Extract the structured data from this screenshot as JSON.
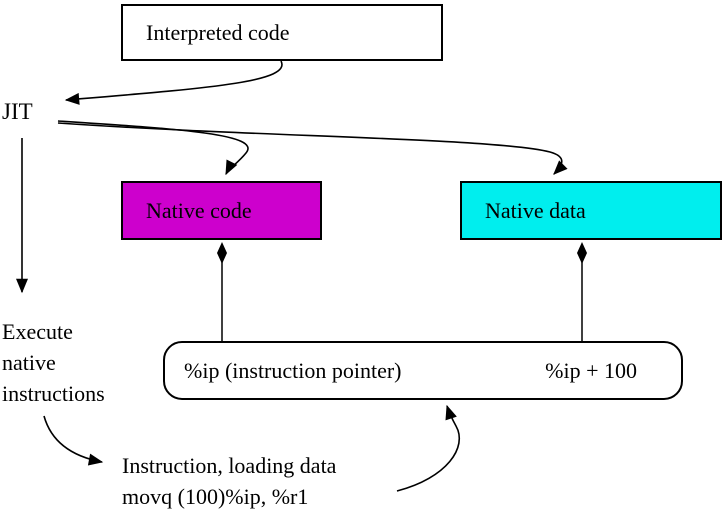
{
  "colors": {
    "native_code_bg": "#cd00cd",
    "native_data_bg": "#00eeee"
  },
  "boxes": {
    "interpreted": {
      "label": "Interpreted code"
    },
    "native_code": {
      "label": "Native code"
    },
    "native_data": {
      "label": "Native data"
    },
    "pointer": {
      "left": "%ip (instruction pointer)",
      "right": "%ip + 100"
    }
  },
  "labels": {
    "jit": "JIT",
    "execute": {
      "lines": [
        "Execute",
        "native",
        "instructions"
      ]
    },
    "instruction": {
      "lines": [
        "Instruction, loading data",
        "movq (100)%ip, %r1"
      ]
    }
  }
}
